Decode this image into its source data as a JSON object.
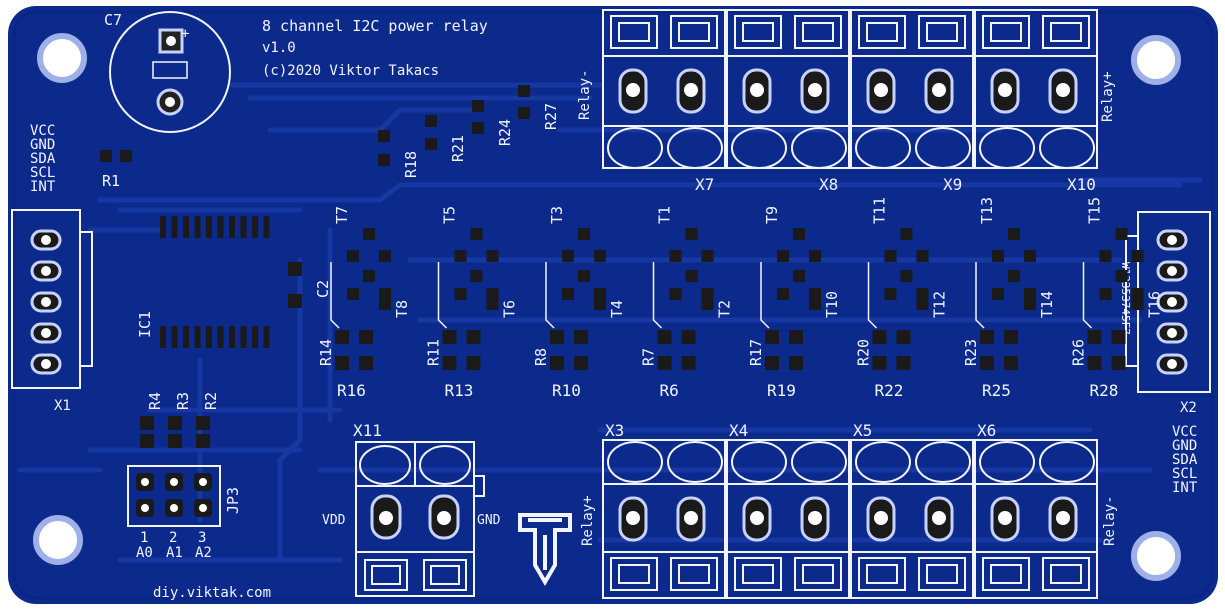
{
  "board": {
    "title": "8 channel I2C power relay",
    "version": "v1.0",
    "copyright": "(c)2020 Viktor Takacs",
    "website": "diy.viktak.com",
    "colors": {
      "pcb": "#0b2a8c",
      "pcb_dark": "#06206e",
      "trace": "#1e3fb0",
      "silk": "#f2f4ff",
      "pad": "#1a1a1a",
      "hole": "#ffffff"
    }
  },
  "header_left": {
    "pins": [
      "VCC",
      "GND",
      "SDA",
      "SCL",
      "INT"
    ],
    "name": "X1"
  },
  "header_right": {
    "pins": [
      "VCC",
      "GND",
      "SDA",
      "SCL",
      "INT"
    ],
    "name": "X2",
    "side_code": "W13353745F7"
  },
  "capacitor": {
    "label": "C7",
    "plus": "+"
  },
  "ic": {
    "label": "IC1"
  },
  "resistors_top": [
    "R1",
    "R18",
    "R21",
    "R24",
    "R27"
  ],
  "c2": "C2",
  "jumper": {
    "label": "JP3",
    "numbers": [
      "1",
      "2",
      "3"
    ],
    "addr": [
      "A0",
      "A1",
      "A2"
    ],
    "res": [
      "R4",
      "R3",
      "R2"
    ]
  },
  "transistors_top": [
    "T7",
    "T5",
    "T3",
    "T1",
    "T9",
    "T11",
    "T13",
    "T15"
  ],
  "transistors_side": [
    "T8",
    "T6",
    "T4",
    "T2",
    "T10",
    "T12",
    "T14",
    "T16"
  ],
  "resistors_side": [
    "R14",
    "R11",
    "R8",
    "R7",
    "R17",
    "R20",
    "R23",
    "R26"
  ],
  "resistors_bottom": [
    "R16",
    "R13",
    "R10",
    "R6",
    "R19",
    "R22",
    "R25",
    "R28"
  ],
  "terminals_top": [
    "X7",
    "X8",
    "X9",
    "X10"
  ],
  "terminals_bottom": [
    "X3",
    "X4",
    "X5",
    "X6"
  ],
  "x11": {
    "label": "X11",
    "vdd": "VDD",
    "gnd": "GND"
  },
  "relay_labels": {
    "top_left": "Relay-",
    "top_right": "Relay+",
    "bottom_left": "Relay+",
    "bottom_right": "Relay-"
  }
}
